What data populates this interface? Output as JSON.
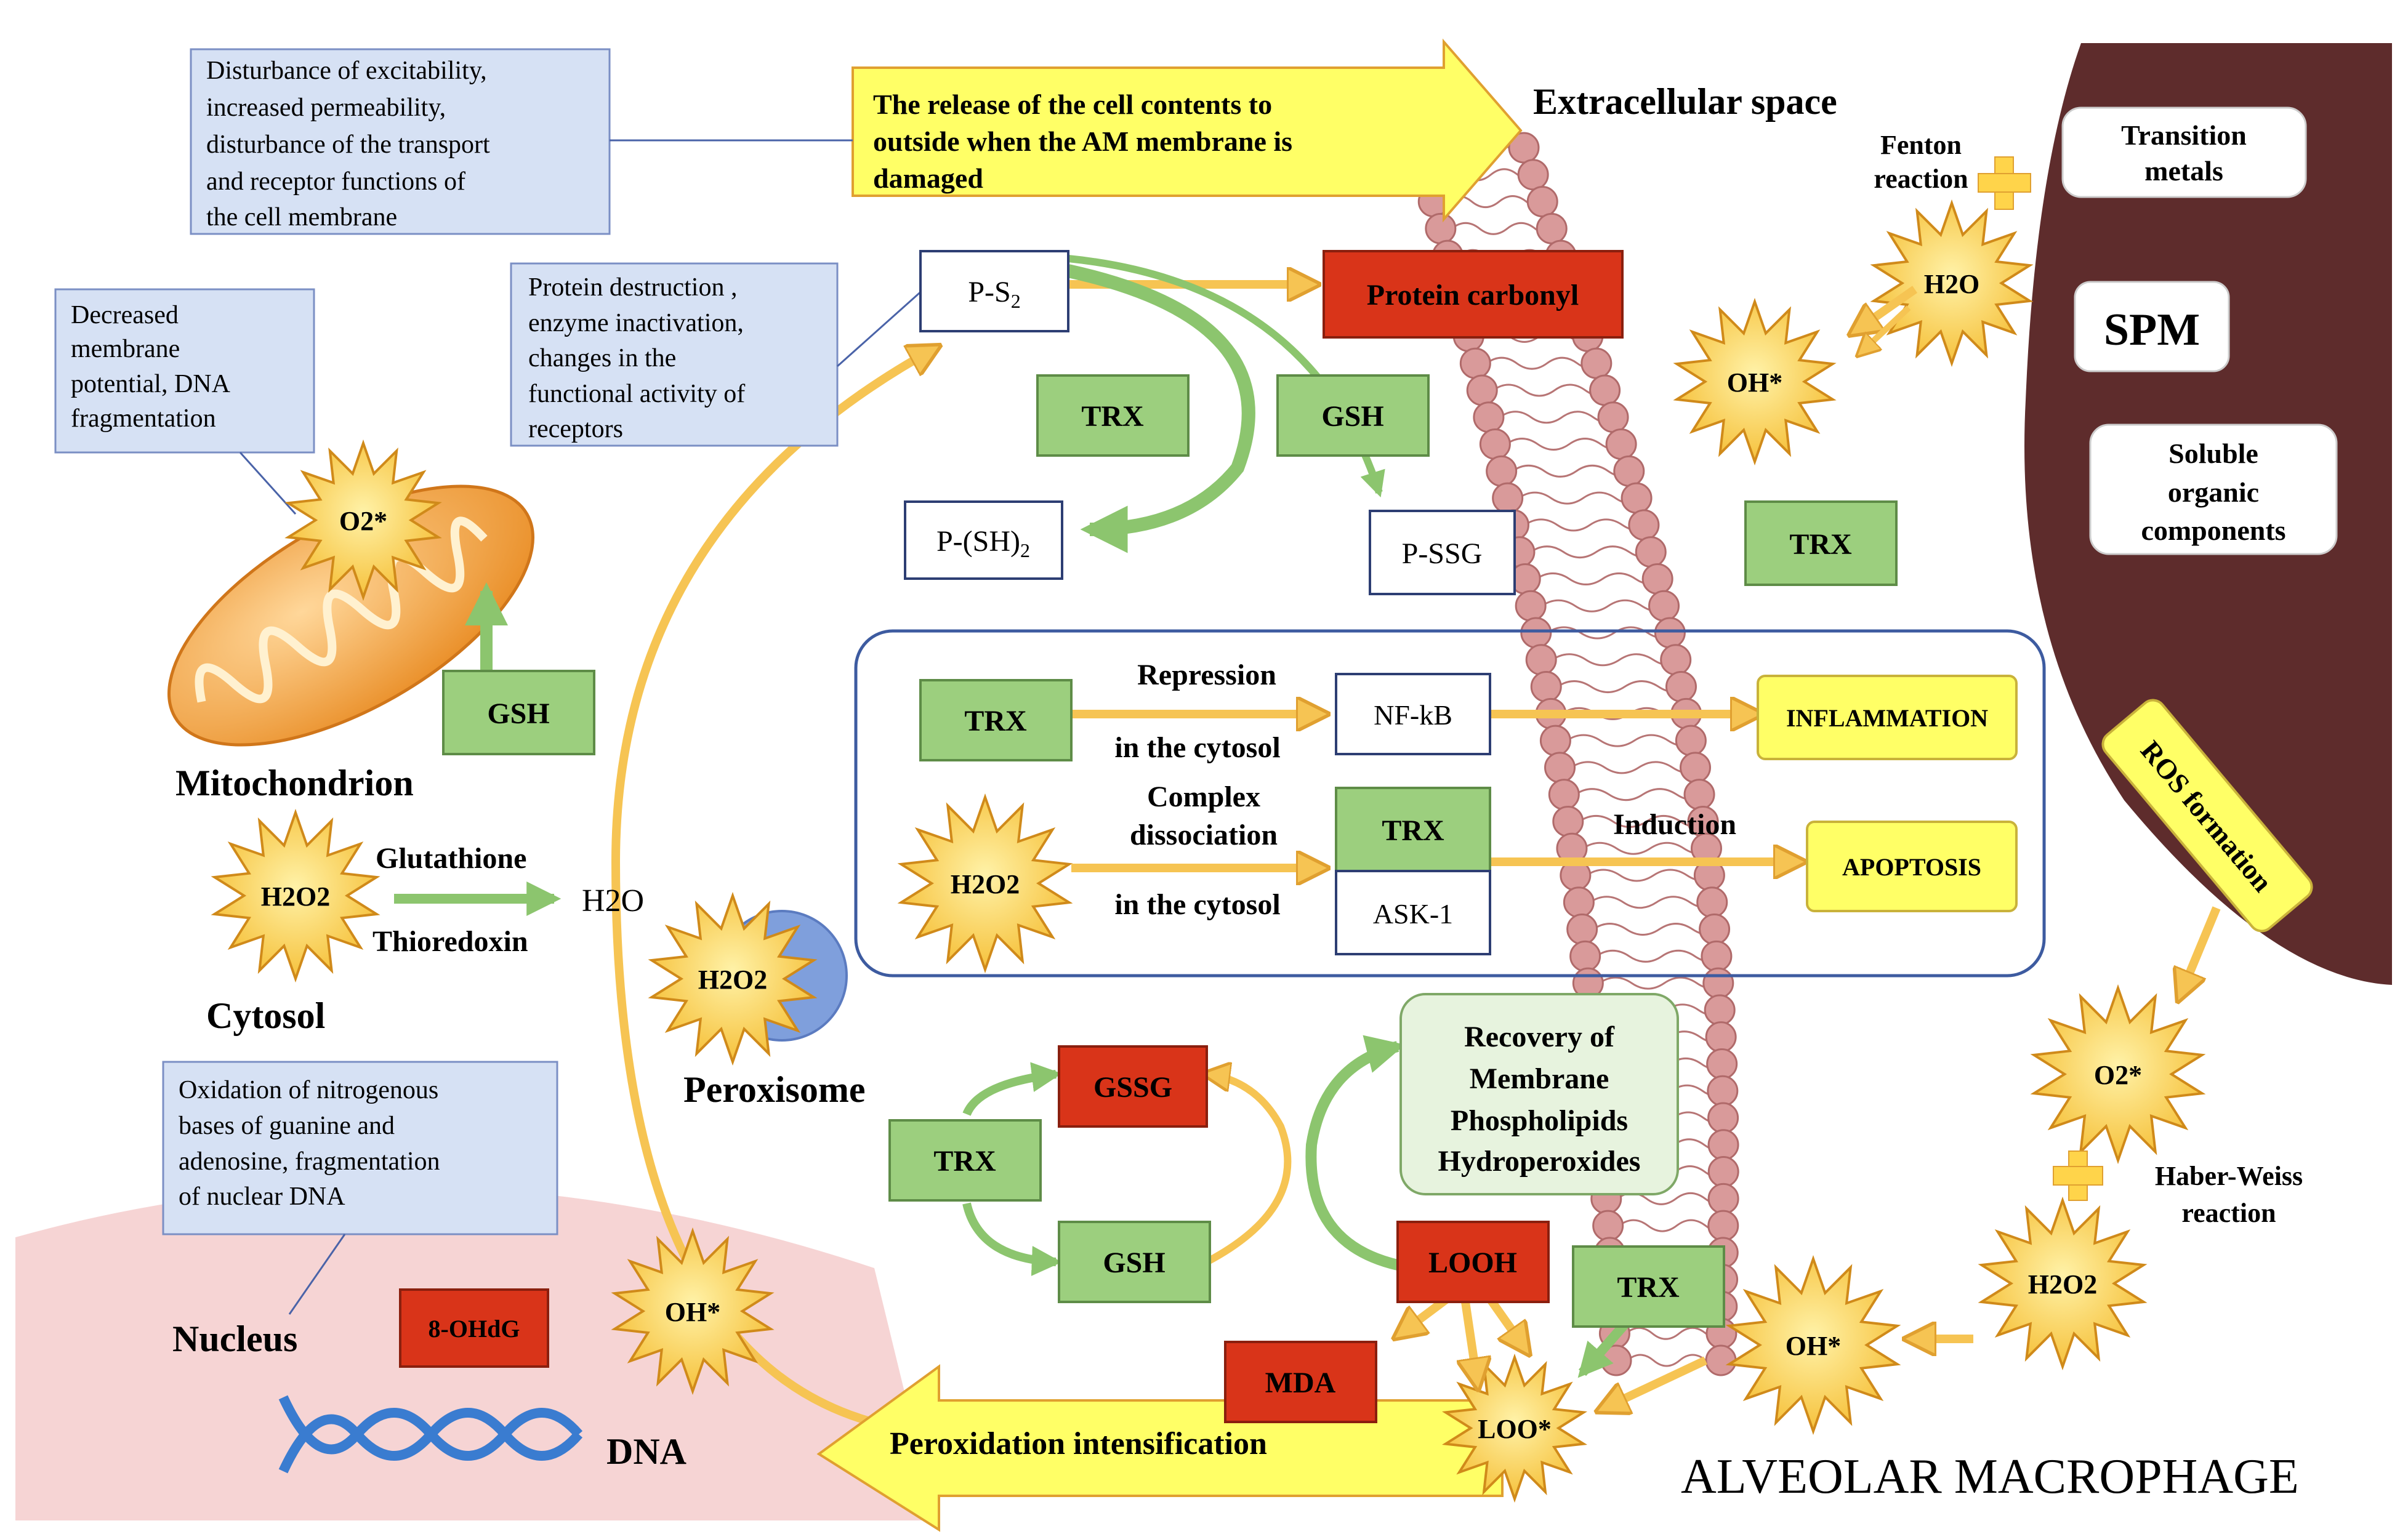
{
  "colors": {
    "green_box": "#9ccf7e",
    "red_box": "#d93419",
    "yellow_box": "#ffff66",
    "blue_note": "#d6e1f4",
    "macrophage": "#5e2c2c",
    "nucleus": "#f6d4d4",
    "star_fill": "#ffd44a",
    "mito": "#f2a03a",
    "peroxisome": "#7f9fdc",
    "membrane_bead": "#d99a9a"
  },
  "icons": [
    "arrow-icon",
    "star-burst-icon",
    "mitochondrion-icon",
    "peroxisome-icon",
    "dna-helix-icon",
    "plus-icon"
  ],
  "notes": {
    "membrane": [
      "Disturbance  of excitability,",
      "increased permeability,",
      "disturbance  of the transport",
      "and receptor functions of",
      "the cell membrane"
    ],
    "mito": [
      "Decreased",
      "membrane",
      "potential, DNA",
      "fragmentation"
    ],
    "protein": [
      "Protein destruction ,",
      "enzyme inactivation,",
      "changes in the",
      "functional activity of",
      "receptors"
    ],
    "nuclear": [
      "Oxidation of nitrogenous",
      "bases of guanine and",
      "adenosine, fragmentation",
      "of nuclear DNA"
    ]
  },
  "release": [
    "The release of the cell contents to",
    "outside when the AM membrane is",
    "damaged"
  ],
  "labels": {
    "extracellular": "Extracellular space",
    "mitochondrion": "Mitochondrion",
    "cytosol": "Cytosol",
    "peroxisome": "Peroxisome",
    "nucleus": "Nucleus",
    "dna": "DNA",
    "alveolar": "ALVEOLAR MACROPHAGE",
    "glutathione": "Glutathione",
    "thioredoxin": "Thioredoxin",
    "h2o_plain": "H2O",
    "repression": "Repression",
    "cytosol1": "in the cytosol",
    "complex1": "Complex",
    "complex2": "dissociation",
    "cytosol2": "in the cytosol",
    "induction": "Induction",
    "fenton1": "Fenton",
    "fenton2": "reaction",
    "haber1": "Haber-Weiss",
    "haber2": "reaction",
    "peroxidation": "Peroxidation intensification",
    "ros": "ROS formation"
  },
  "boxes": {
    "ps2": "P-S",
    "ps2_sub": "2",
    "psh2": "P-(SH)",
    "psh2_sub": "2",
    "pssg": "P-SSG",
    "protein_carbonyl": "Protein carbonyl",
    "trx_top": "TRX",
    "gsh_top": "GSH",
    "trx_right": "TRX",
    "gsh_mito": "GSH",
    "trx_mid1": "TRX",
    "nfkb": "NF-kB",
    "inflammation": "INFLAMMATION",
    "trx_mid2": "TRX",
    "ask1": "ASK-1",
    "apoptosis": "APOPTOSIS",
    "recovery": [
      "Recovery of",
      "Membrane",
      "Phospholipids",
      "Hydroperoxides"
    ],
    "gssg": "GSSG",
    "trx_low": "TRX",
    "gsh_low": "GSH",
    "looh": "LOOH",
    "trx_low2": "TRX",
    "mda": "MDA",
    "ohdg": "8-OHdG",
    "transition": [
      "Transition",
      "metals"
    ],
    "spm": "SPM",
    "soluble": [
      "Soluble",
      "organic",
      "components"
    ]
  },
  "stars": {
    "o2_mito": "O2*",
    "h2o2_cyt": "H2O2",
    "h2o2_perox": "H2O2",
    "oh_nuc": "OH*",
    "h2o2_mid": "H2O2",
    "loo": "LOO*",
    "oh_low": "OH*",
    "h2o_fenton": "H2O",
    "oh_top": "OH*",
    "o2_right": "O2*",
    "h2o2_right": "H2O2"
  }
}
